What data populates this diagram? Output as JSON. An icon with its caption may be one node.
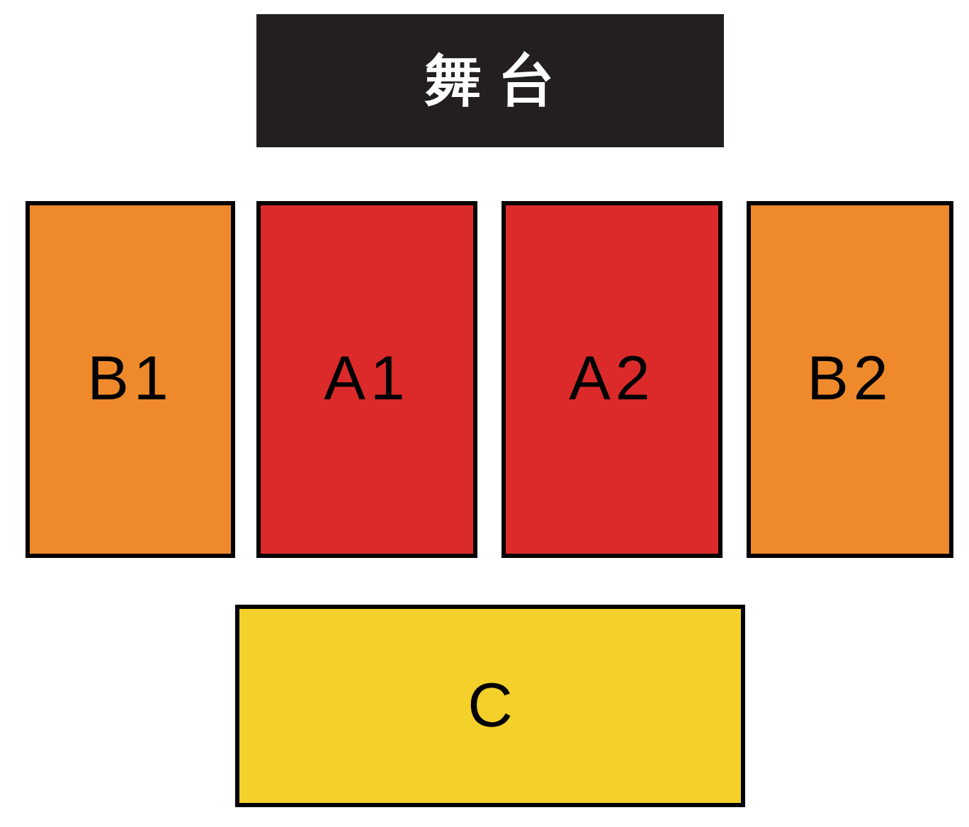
{
  "diagram": {
    "nodes": [
      {
        "text": [
          "舞台"
        ]
      },
      {
        "text": [
          "B1"
        ]
      },
      {
        "text": [
          "A1"
        ]
      },
      {
        "text": [
          "A2"
        ]
      },
      {
        "text": [
          "B2"
        ]
      },
      {
        "text": [
          "C"
        ]
      }
    ],
    "edges": []
  }
}
